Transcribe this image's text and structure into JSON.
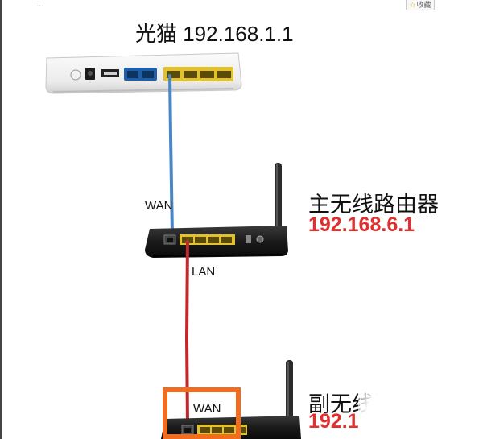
{
  "page": {
    "top_text": "…",
    "favorite_label": "收藏"
  },
  "modem": {
    "label": "光猫 192.168.1.1"
  },
  "main_router": {
    "name": "主无线路由器",
    "ip": "192.168.6.1",
    "wan_label": "WAN",
    "lan_label": "LAN"
  },
  "sub_router": {
    "name": "副无线路",
    "ip": "192.1",
    "wan_label": "WAN"
  },
  "colors": {
    "ip_text": "#e03030",
    "blue_cable": "#4a86c5",
    "red_cable": "#c0282d",
    "highlight_box": "#f26c1e"
  }
}
